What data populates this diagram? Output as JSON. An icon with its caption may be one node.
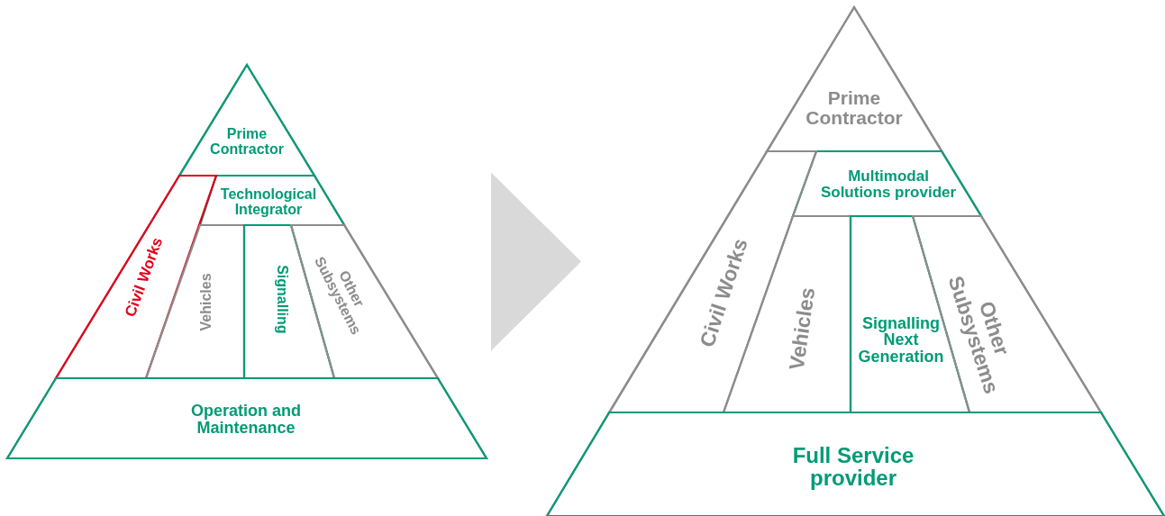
{
  "diagram": {
    "nodes": [
      {
        "text": [],
        "shape": "triangle"
      },
      {
        "text": [
          "Prime Contractor"
        ],
        "in": 0
      },
      {
        "text": [
          "Technological Integrator"
        ],
        "in": 0
      },
      {
        "text": [
          "Civil Works"
        ],
        "in": 0
      },
      {
        "text": [
          "Vehicles"
        ],
        "in": 0
      },
      {
        "text": [
          "Signalling"
        ],
        "in": 0
      },
      {
        "text": [
          "Other Subsystems"
        ],
        "in": 0
      },
      {
        "text": [
          "Operation and Maintenance"
        ],
        "in": 0
      },
      {
        "text": [],
        "shape": "triangle"
      },
      {
        "text": [
          "Prime Contractor"
        ],
        "in": 8
      },
      {
        "text": [
          "Multimodal Solutions provider"
        ],
        "in": 8
      },
      {
        "text": [
          "Civil Works"
        ],
        "in": 8
      },
      {
        "text": [
          "Vehicles"
        ],
        "in": 8
      },
      {
        "text": [
          "Signalling Next Generation"
        ],
        "in": 8
      },
      {
        "text": [
          "Other Subsystems"
        ],
        "in": 8
      },
      {
        "text": [
          "Full Service provider"
        ],
        "in": 8
      }
    ],
    "edges": [
      {
        "from": 0,
        "to": 8,
        "arrow": "to",
        "color": "#d9d9d9",
        "style": "thick"
      }
    ]
  }
}
